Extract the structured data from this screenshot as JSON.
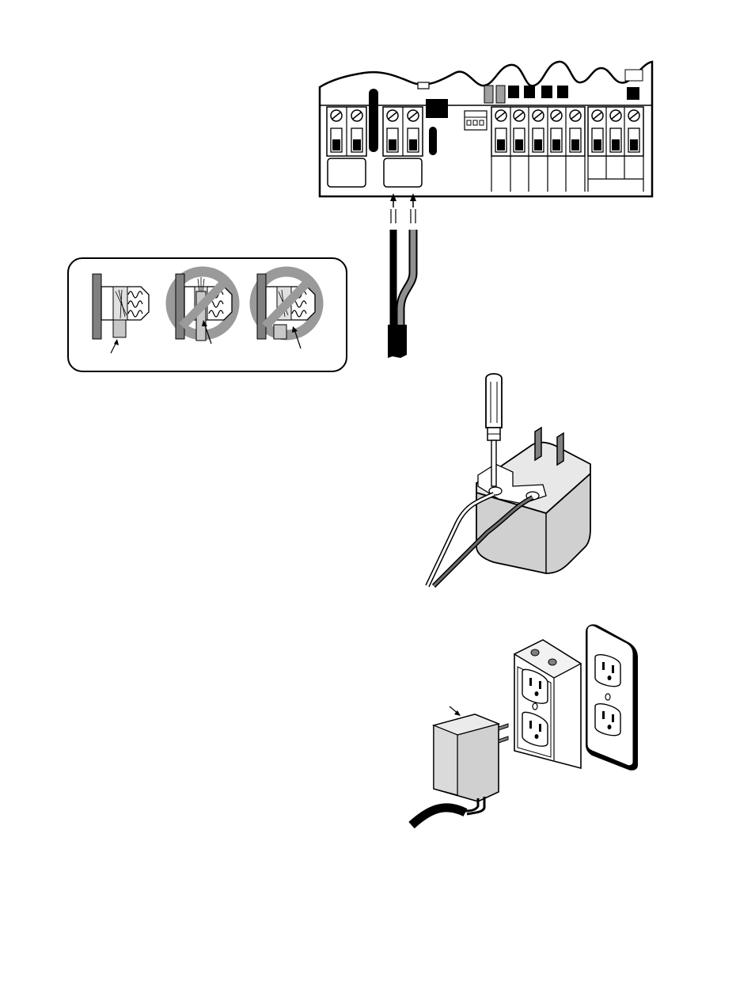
{
  "diagram": {
    "figures": [
      {
        "id": "terminal-board",
        "description_visible_text": []
      },
      {
        "id": "wire-inset",
        "panels": [
          "correct",
          "wrong-insulation-in-clamp",
          "wrong-strands-outside"
        ]
      },
      {
        "id": "transformer-wiring"
      },
      {
        "id": "transformer-plug-in"
      }
    ]
  },
  "colors": {
    "outline": "#000000",
    "gray_fill": "#c8c8c8",
    "dark_gray": "#808080",
    "prohibit_gray": "#9a9a9a",
    "light_fill": "#eeeeee"
  }
}
